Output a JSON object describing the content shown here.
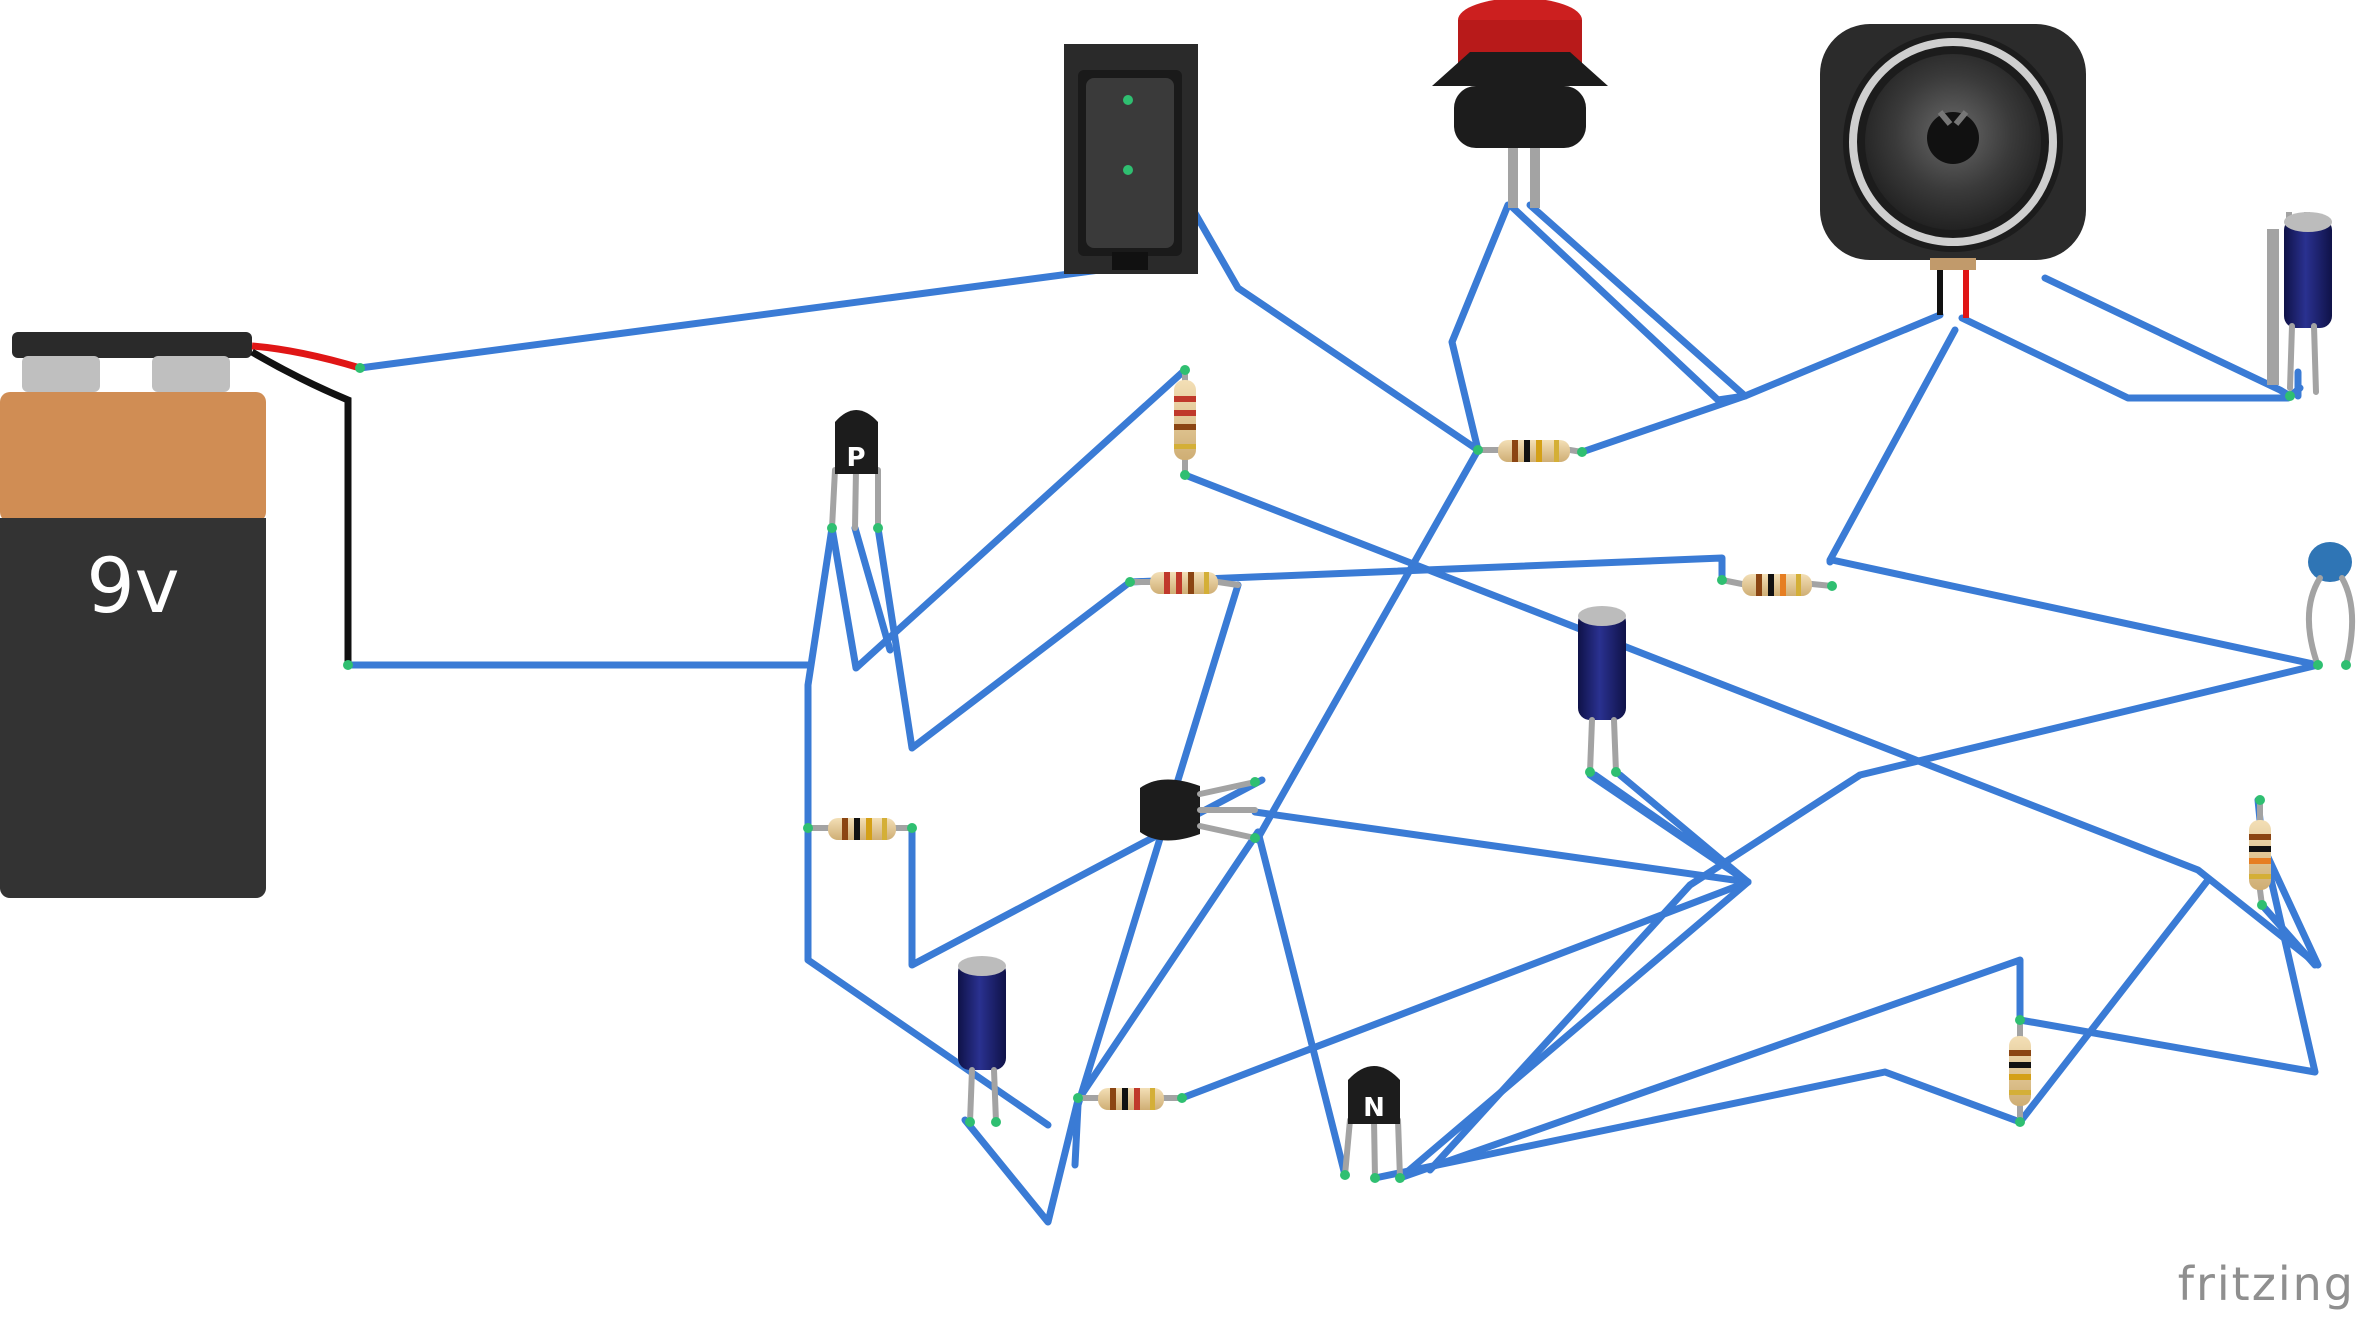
{
  "battery": {
    "label": "9v"
  },
  "transistors": {
    "pnp_label": "P",
    "npn_label": "N"
  },
  "branding": {
    "name": "fritzing"
  },
  "colors": {
    "wire": "#3a7bd5",
    "battery_top": "#d08d54",
    "battery_body": "#333333",
    "button_cap": "#cc1f1f",
    "capacitor": "#1a1f6b",
    "ceramic_cap": "#2f75b5",
    "resistor_body": "#e8cfa0"
  }
}
